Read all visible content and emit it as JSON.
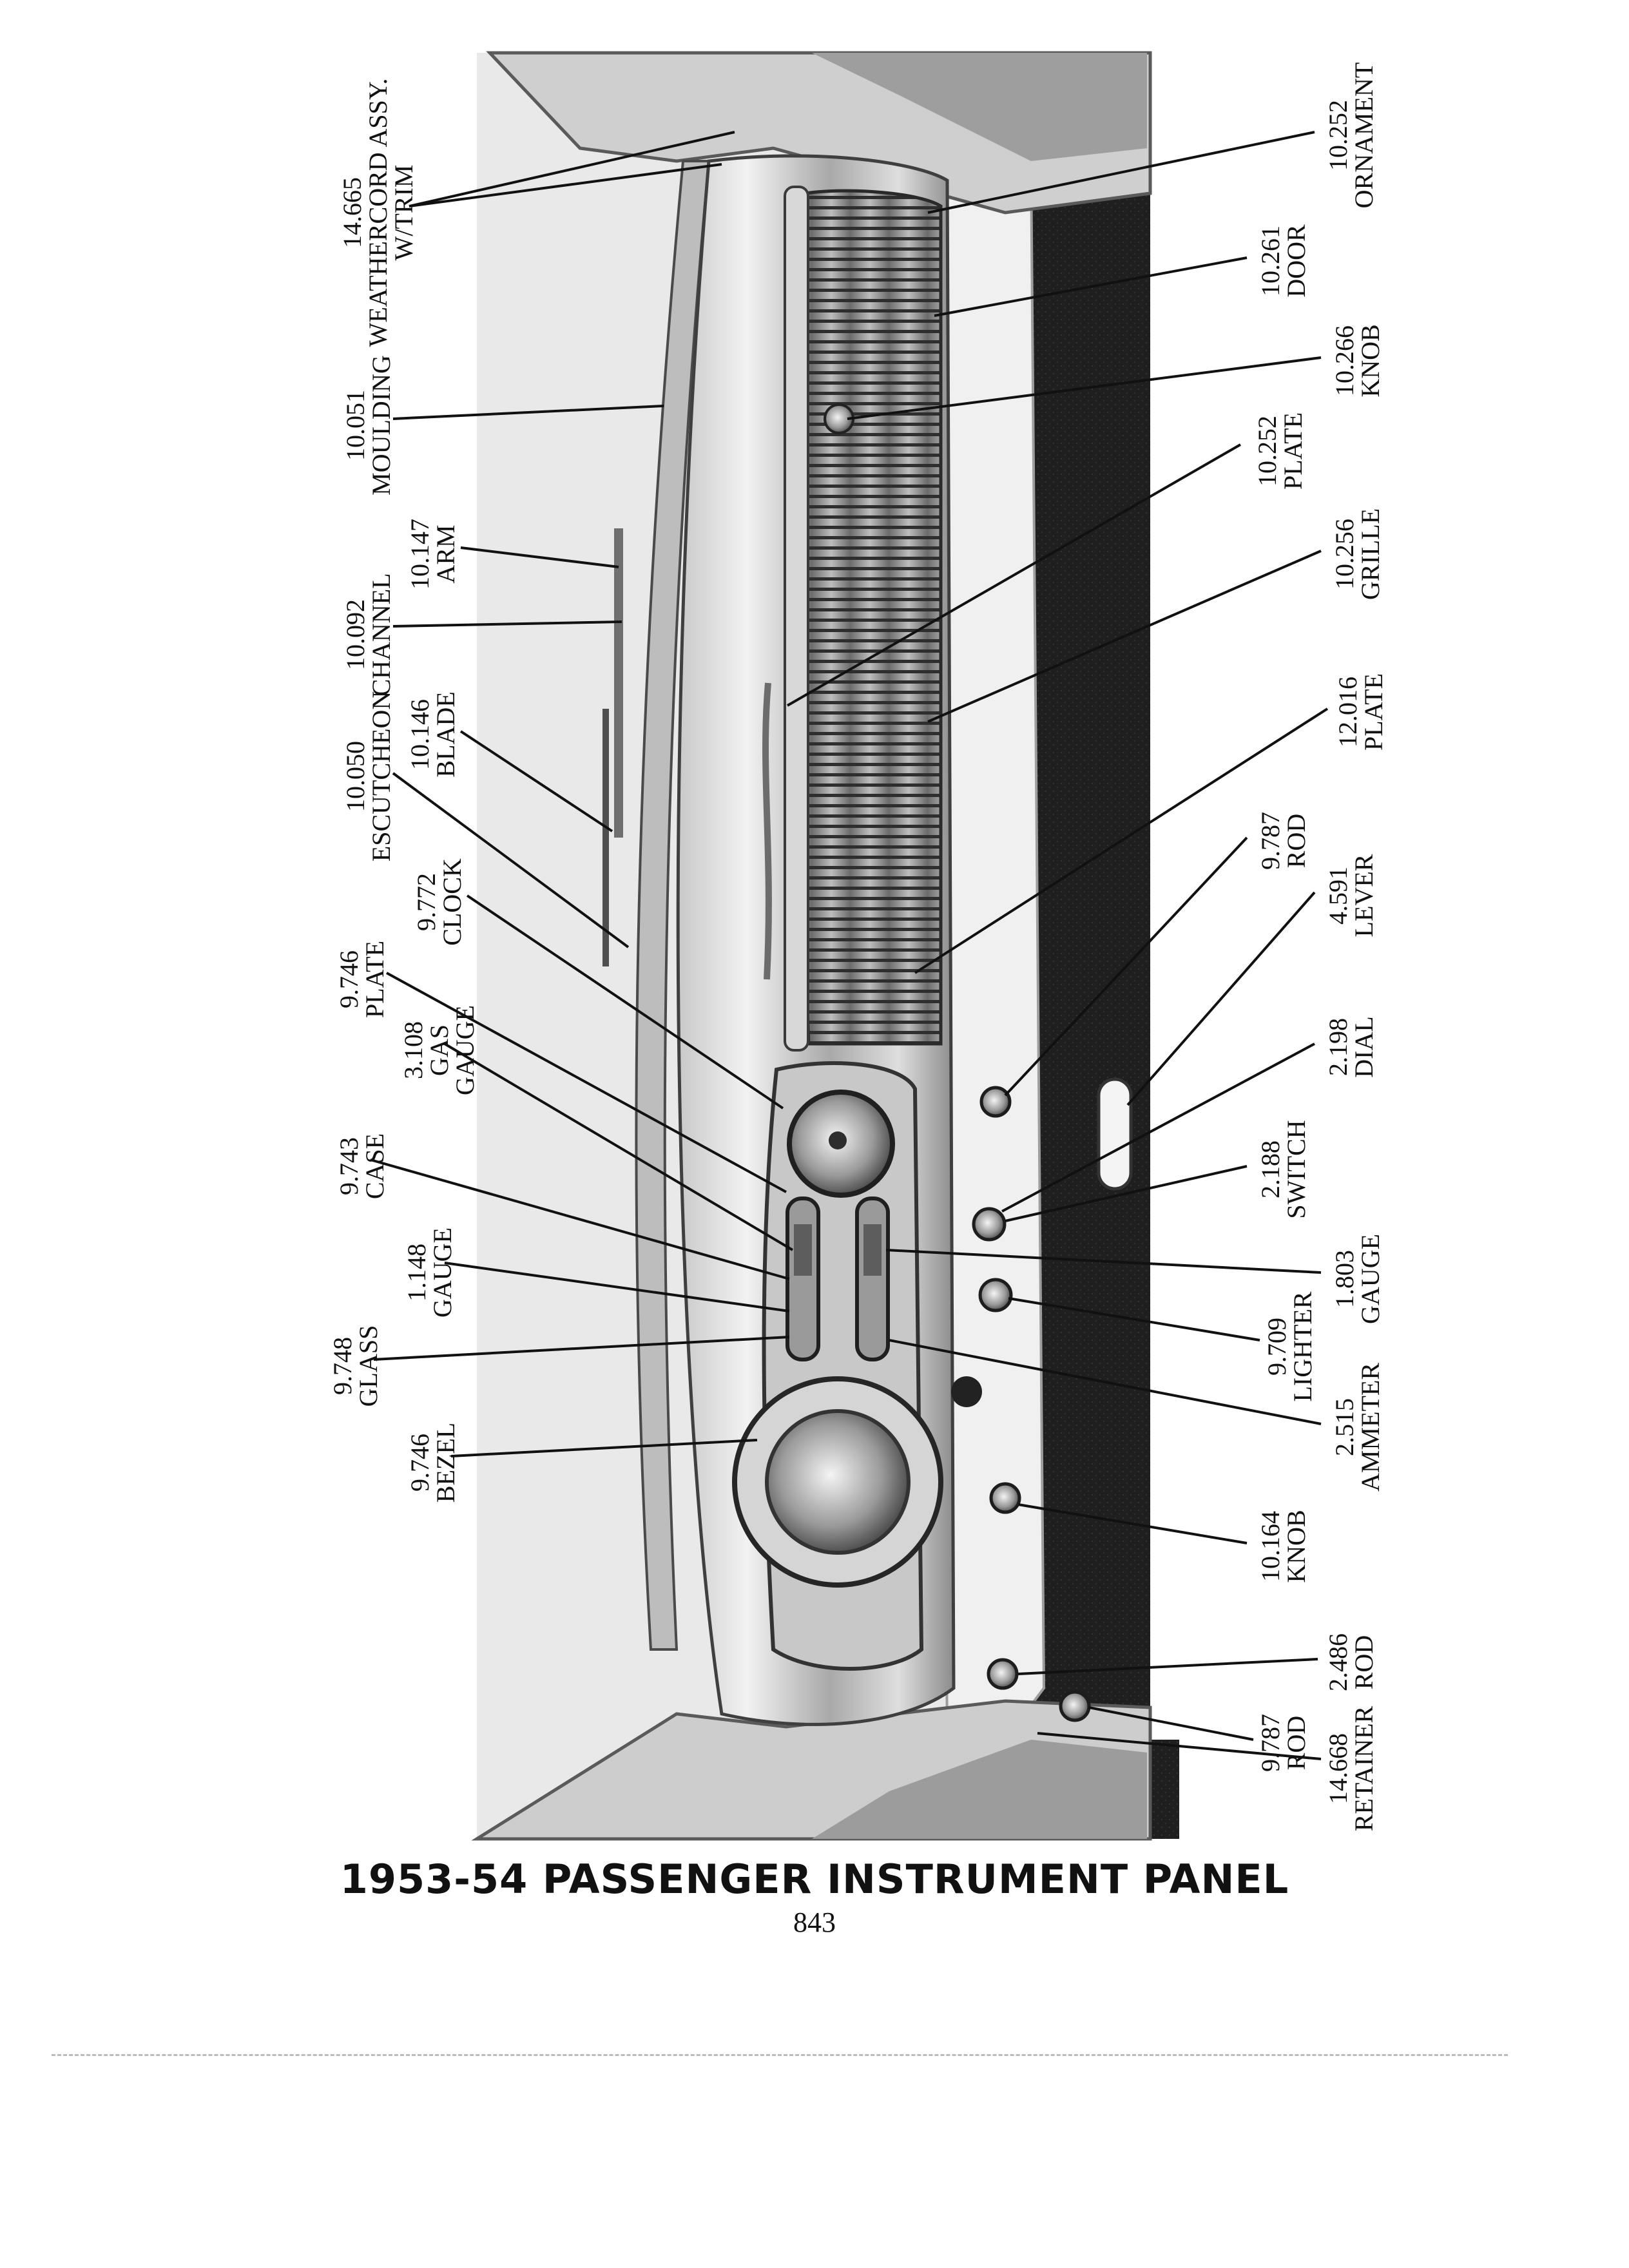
{
  "caption": "1953-54 PASSENGER INSTRUMENT PANEL",
  "page_number": "843",
  "callouts_left": [
    {
      "part": "14.665",
      "lines": [
        "WEATHERCORD ASSY.",
        "W/TRIM"
      ]
    },
    {
      "part": "10.051",
      "lines": [
        "MOULDING"
      ]
    },
    {
      "part": "10.147",
      "lines": [
        "ARM"
      ]
    },
    {
      "part": "10.092",
      "lines": [
        "CHANNEL"
      ]
    },
    {
      "part": "10.146",
      "lines": [
        "BLADE"
      ]
    },
    {
      "part": "10.050",
      "lines": [
        "ESCUTCHEON"
      ]
    },
    {
      "part": "9.772",
      "lines": [
        "CLOCK"
      ]
    },
    {
      "part": "9.746",
      "lines": [
        "PLATE"
      ]
    },
    {
      "part": "3.108",
      "lines": [
        "GAS",
        "GAUGE"
      ]
    },
    {
      "part": "9.743",
      "lines": [
        "CASE"
      ]
    },
    {
      "part": "1.148",
      "lines": [
        "GAUGE"
      ]
    },
    {
      "part": "9.748",
      "lines": [
        "GLASS"
      ]
    },
    {
      "part": "9.746",
      "lines": [
        "BEZEL"
      ]
    }
  ],
  "callouts_right": [
    {
      "part": "10.252",
      "lines": [
        "ORNAMENT"
      ]
    },
    {
      "part": "10.261",
      "lines": [
        "DOOR"
      ]
    },
    {
      "part": "10.266",
      "lines": [
        "KNOB"
      ]
    },
    {
      "part": "10.252",
      "lines": [
        "PLATE"
      ]
    },
    {
      "part": "10.256",
      "lines": [
        "GRILLE"
      ]
    },
    {
      "part": "12.016",
      "lines": [
        "PLATE"
      ]
    },
    {
      "part": "9.787",
      "lines": [
        "ROD"
      ]
    },
    {
      "part": "4.591",
      "lines": [
        "LEVER"
      ]
    },
    {
      "part": "2.198",
      "lines": [
        "DIAL"
      ]
    },
    {
      "part": "2.188",
      "lines": [
        "SWITCH"
      ]
    },
    {
      "part": "1.803",
      "lines": [
        "GAUGE"
      ]
    },
    {
      "part": "9.709",
      "lines": [
        "LIGHTER"
      ]
    },
    {
      "part": "2.515",
      "lines": [
        "AMMETER"
      ]
    },
    {
      "part": "10.164",
      "lines": [
        "KNOB"
      ]
    },
    {
      "part": "2.486",
      "lines": [
        "ROD"
      ]
    },
    {
      "part": "9.787",
      "lines": [
        "ROD"
      ]
    },
    {
      "part": "14.668",
      "lines": [
        "RETAINER"
      ]
    }
  ]
}
